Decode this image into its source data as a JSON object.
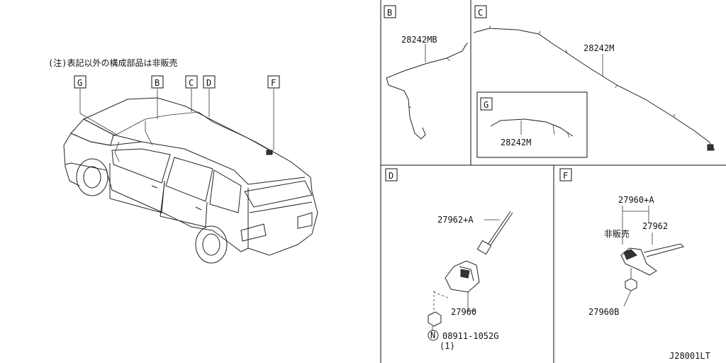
{
  "note": "(注)表記以外の構成部品は非販売",
  "drawing_id": "J28001LT",
  "car_callouts": [
    "G",
    "B",
    "C",
    "D",
    "F"
  ],
  "panels": {
    "B": {
      "letter": "B",
      "part": "28242MB"
    },
    "C": {
      "letter": "C",
      "part": "28242M"
    },
    "G": {
      "letter": "G",
      "part": "28242M"
    },
    "D": {
      "letter": "D",
      "part_antenna": "27962+A",
      "part_base": "27960",
      "part_nut": "08911-1052G",
      "nut_symbol": "N",
      "nut_qty": "(1)"
    },
    "F": {
      "letter": "F",
      "part_assembly": "27960+A",
      "part_rod": "27962",
      "part_nut": "27960B",
      "not_sold": "非販売"
    }
  }
}
